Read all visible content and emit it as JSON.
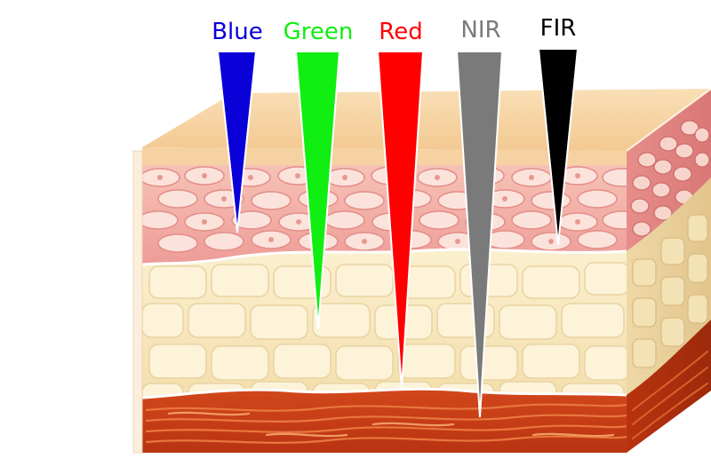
{
  "beams": [
    {
      "label": "Blue",
      "color": "#0a00d8",
      "depth": "epidermis"
    },
    {
      "label": "Green",
      "color": "#11ee11",
      "depth": "dermis"
    },
    {
      "label": "Red",
      "color": "#ff0000",
      "depth": "dermis-deep"
    },
    {
      "label": "NIR",
      "color": "#7a7a7a",
      "depth": "subcutis"
    },
    {
      "label": "FIR",
      "color": "#000000",
      "depth": "epidermis"
    }
  ],
  "layers": {
    "top_surface": "#f7d6a6",
    "epidermis": "#f2a9a3",
    "dermis": "#f8e7bd",
    "subcutis": "#c9441c"
  }
}
